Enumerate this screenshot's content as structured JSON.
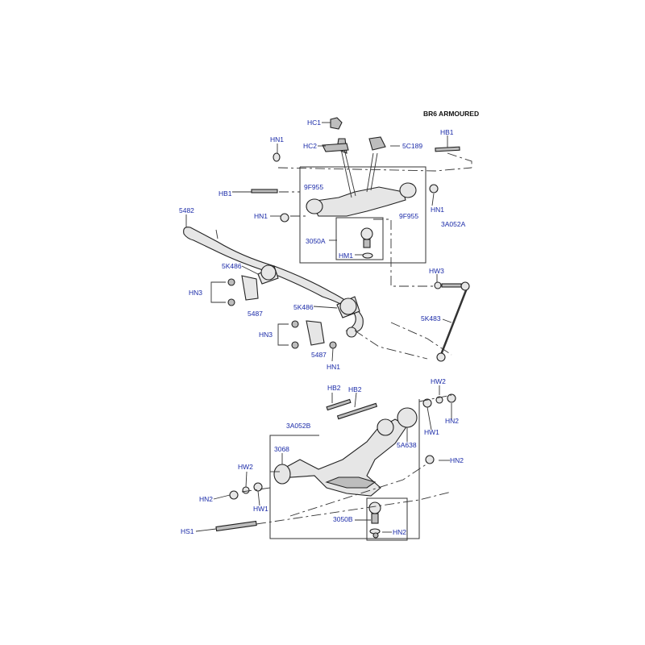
{
  "title": "BR6 ARMOURED",
  "labels": {
    "hc1": "HC1",
    "hc2": "HC2",
    "c5189": "5C189",
    "hb1_top": "HB1",
    "hn1_top": "HN1",
    "hb1_left": "HB1",
    "f9955_left": "9F955",
    "hn1_left": "HN1",
    "hn1_right": "HN1",
    "f9955_right": "9F955",
    "a3052a": "3A052A",
    "b5482": "5482",
    "a3050": "3050A",
    "hm1": "HM1",
    "k5486_a": "5K486",
    "hn3_a": "HN3",
    "b5487_a": "5487",
    "hw3": "HW3",
    "k5483": "5K483",
    "k5486_b": "5K486",
    "hn3_b": "HN3",
    "b5487_b": "5487",
    "hn1_bottom": "HN1",
    "hb2_a": "HB2",
    "hb2_b": "HB2",
    "hw2_right": "HW2",
    "hn2_right": "HN2",
    "hw1_right": "HW1",
    "a3052b": "3A052B",
    "a5638": "5A638",
    "c3068": "3068",
    "hn2_mid": "HN2",
    "hw2_left": "HW2",
    "hn2_left": "HN2",
    "hw1_left": "HW1",
    "b3050": "3050B",
    "hn2_bottom": "HN2",
    "hs1": "HS1"
  }
}
